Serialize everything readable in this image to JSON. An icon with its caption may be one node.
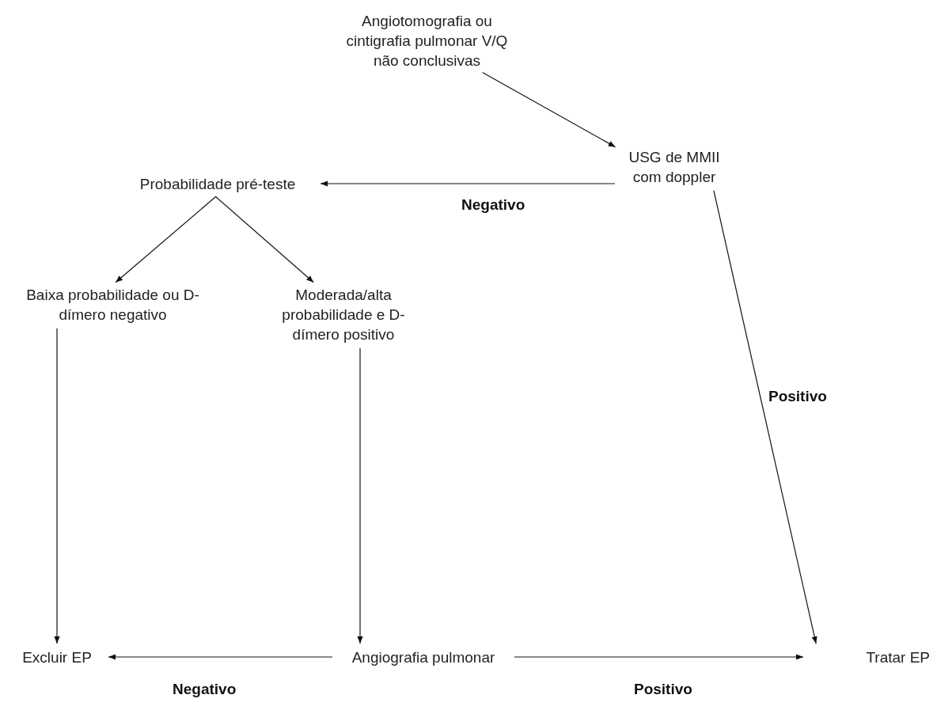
{
  "diagram": {
    "nodes": [
      {
        "text": [
          "Angiotomografia ou cintigrafia pulmonar V/Q não conclusivas"
        ]
      },
      {
        "text": [
          "USG de MMII com doppler"
        ]
      },
      {
        "text": [
          "Probabilidade pré-teste"
        ]
      },
      {
        "text": [
          "Baixa probabilidade ou D-dímero negativo"
        ]
      },
      {
        "text": [
          "Moderada/alta probabilidade e D-dímero positivo"
        ]
      },
      {
        "text": [
          "Excluir EP"
        ]
      },
      {
        "text": [
          "Angiografia pulmonar"
        ]
      },
      {
        "text": [
          "Tratar EP"
        ]
      }
    ],
    "edges": [
      {
        "from": 0,
        "to": 1,
        "arrow": "to"
      },
      {
        "from": 1,
        "to": 2,
        "arrow": "to",
        "label": "Negativo"
      },
      {
        "from": 2,
        "to": 3,
        "arrow": "to"
      },
      {
        "from": 2,
        "to": 4,
        "arrow": "to"
      },
      {
        "from": 1,
        "to": 7,
        "arrow": "to",
        "label": "Positivo"
      },
      {
        "from": 3,
        "to": 5,
        "arrow": "to"
      },
      {
        "from": 4,
        "to": 6,
        "arrow": "to"
      },
      {
        "from": 6,
        "to": 5,
        "arrow": "to",
        "label": "Negativo"
      },
      {
        "from": 6,
        "to": 7,
        "arrow": "to",
        "label": "Positivo"
      }
    ]
  }
}
